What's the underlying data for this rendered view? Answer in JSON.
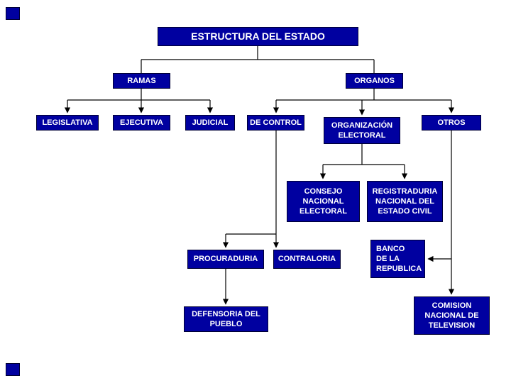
{
  "diagram": {
    "title": "ESTRUCTURA DEL ESTADO",
    "nodes": {
      "ramas": "RAMAS",
      "organos": "ORGANOS",
      "legislativa": "LEGISLATIVA",
      "ejecutiva": "EJECUTIVA",
      "judicial": "JUDICIAL",
      "de_control": "DE CONTROL",
      "organizacion_electoral": "ORGANIZACIÓN\nELECTORAL",
      "otros": "OTROS",
      "consejo_nacional_electoral": "CONSEJO\nNACIONAL\nELECTORAL",
      "registraduria": "REGISTRADURIA\nNACIONAL DEL\nESTADO CIVIL",
      "procuraduria": "PROCURADURIA",
      "contraloria": "CONTRALORIA",
      "banco_republica": "BANCO\nDE LA\nREPUBLICA",
      "defensoria_pueblo": "DEFENSORIA DEL\nPUEBLO",
      "comision_television": "COMISION\nNACIONAL DE\nTELEVISION"
    },
    "colors": {
      "box_fill": "#0000A0",
      "box_text": "#FFFFFF",
      "connector": "#000000"
    }
  }
}
